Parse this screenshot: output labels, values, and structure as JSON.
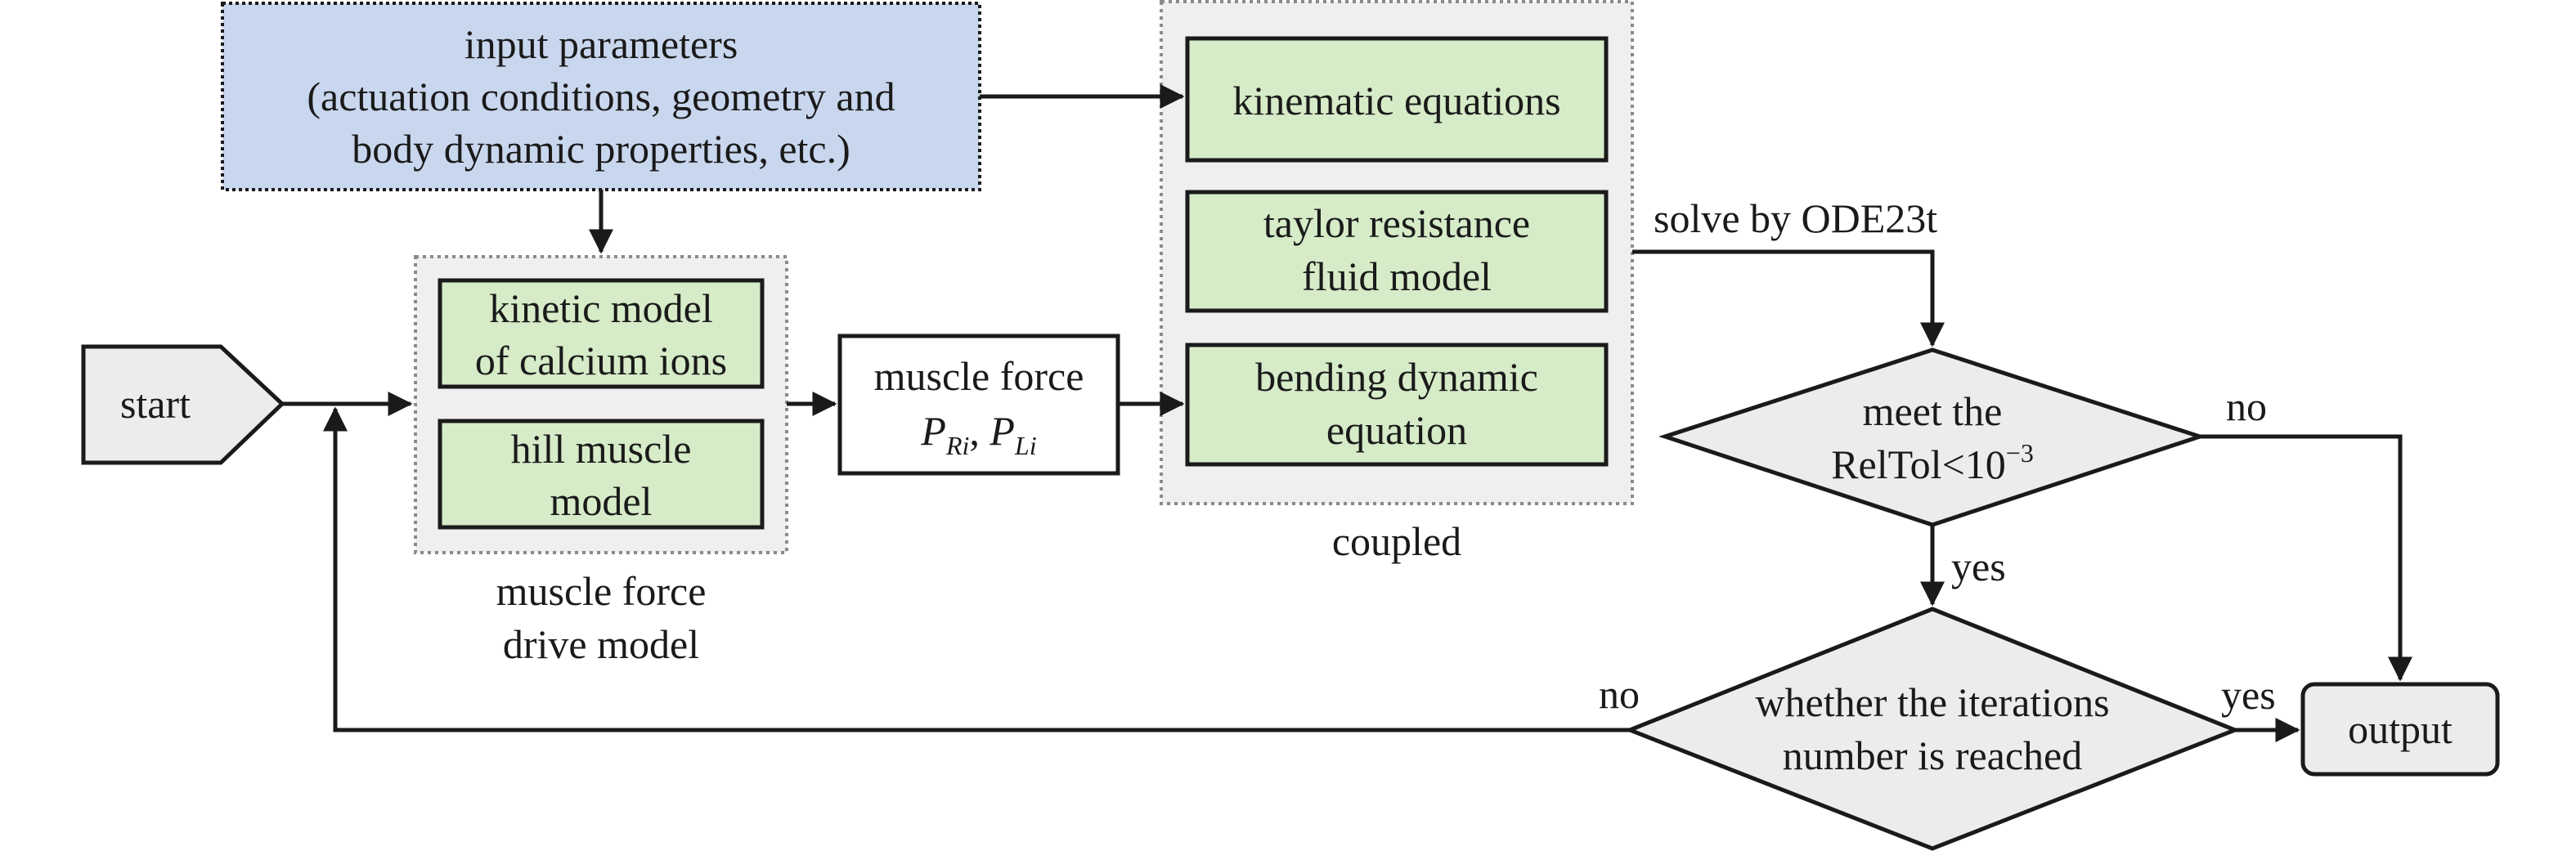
{
  "input": {
    "line1": "input parameters",
    "line2": "(actuation conditions, geometry and",
    "line3": "body dynamic properties, etc.)"
  },
  "start_label": "start",
  "muscle_group": {
    "kinetic_line1": "kinetic model",
    "kinetic_line2": "of calcium ions",
    "hill_line1": "hill muscle",
    "hill_line2": "model",
    "caption_line1": "muscle force",
    "caption_line2": "drive model"
  },
  "muscle_force": {
    "line1": "muscle force",
    "p_r": "P",
    "p_r_sub": "Ri",
    "comma": ", ",
    "p_l": "P",
    "p_l_sub": "Li"
  },
  "coupled_group": {
    "kinematic": "kinematic equations",
    "taylor_line1": "taylor resistance",
    "taylor_line2": "fluid model",
    "bending_line1": "bending dynamic",
    "bending_line2": "equation",
    "caption": "coupled"
  },
  "solve_label": "solve by ODE23t",
  "reltol_decision": {
    "line1": "meet the",
    "line2_base": "RelTol<10",
    "line2_exp": "−3",
    "no_label": "no",
    "yes_label": "yes"
  },
  "iteration_decision": {
    "line1": "whether the iterations",
    "line2": "number is reached",
    "no_label": "no",
    "yes_label": "yes"
  },
  "output_label": "output"
}
